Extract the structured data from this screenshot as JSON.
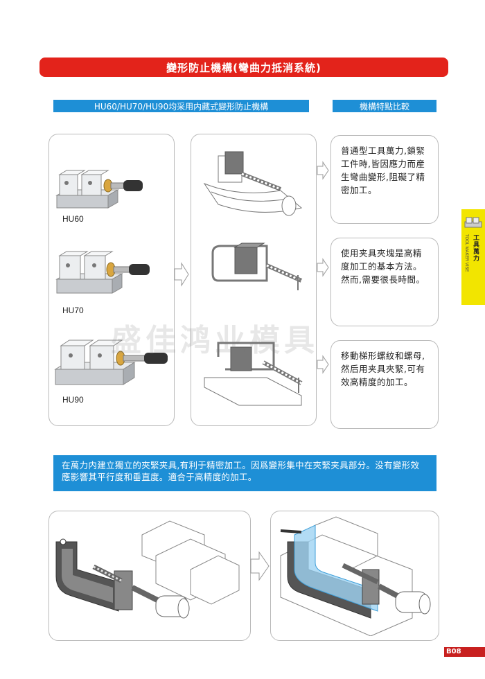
{
  "title": "變形防止機構(彎曲力抵消系統)",
  "subtitles": {
    "left": "HU60/HU70/HU90均采用内藏式變形防止機構",
    "right": "機構特點比較"
  },
  "models": [
    "HU60",
    "HU70",
    "HU90"
  ],
  "comparisons": [
    "普通型工具萬力,鎖緊工件時,皆因應力而産生彎曲變形,阻礙了精密加工。",
    "使用夹具夾塊是高精度加工的基本方法。然而,需要很長時間。",
    "移動梯形螺紋和螺母,然后用夹具夾緊,可有效高精度的加工。"
  ],
  "info_text": "在萬力内建立獨立的夾緊夹具,有利于精密加工。因爲變形集中在夾緊夹具部分。没有變形效應影響其平行度和垂直度。適合于高精度的加工。",
  "side_tab": {
    "en": "TOOL MAKER VISE",
    "zh": "工具萬力"
  },
  "watermark": "盛佳鸿业模具",
  "page_number": "B08",
  "colors": {
    "title_red": "#e3231b",
    "bar_blue": "#1e8fd6",
    "tab_yellow": "#f2e500",
    "page_red": "#c8201f"
  }
}
